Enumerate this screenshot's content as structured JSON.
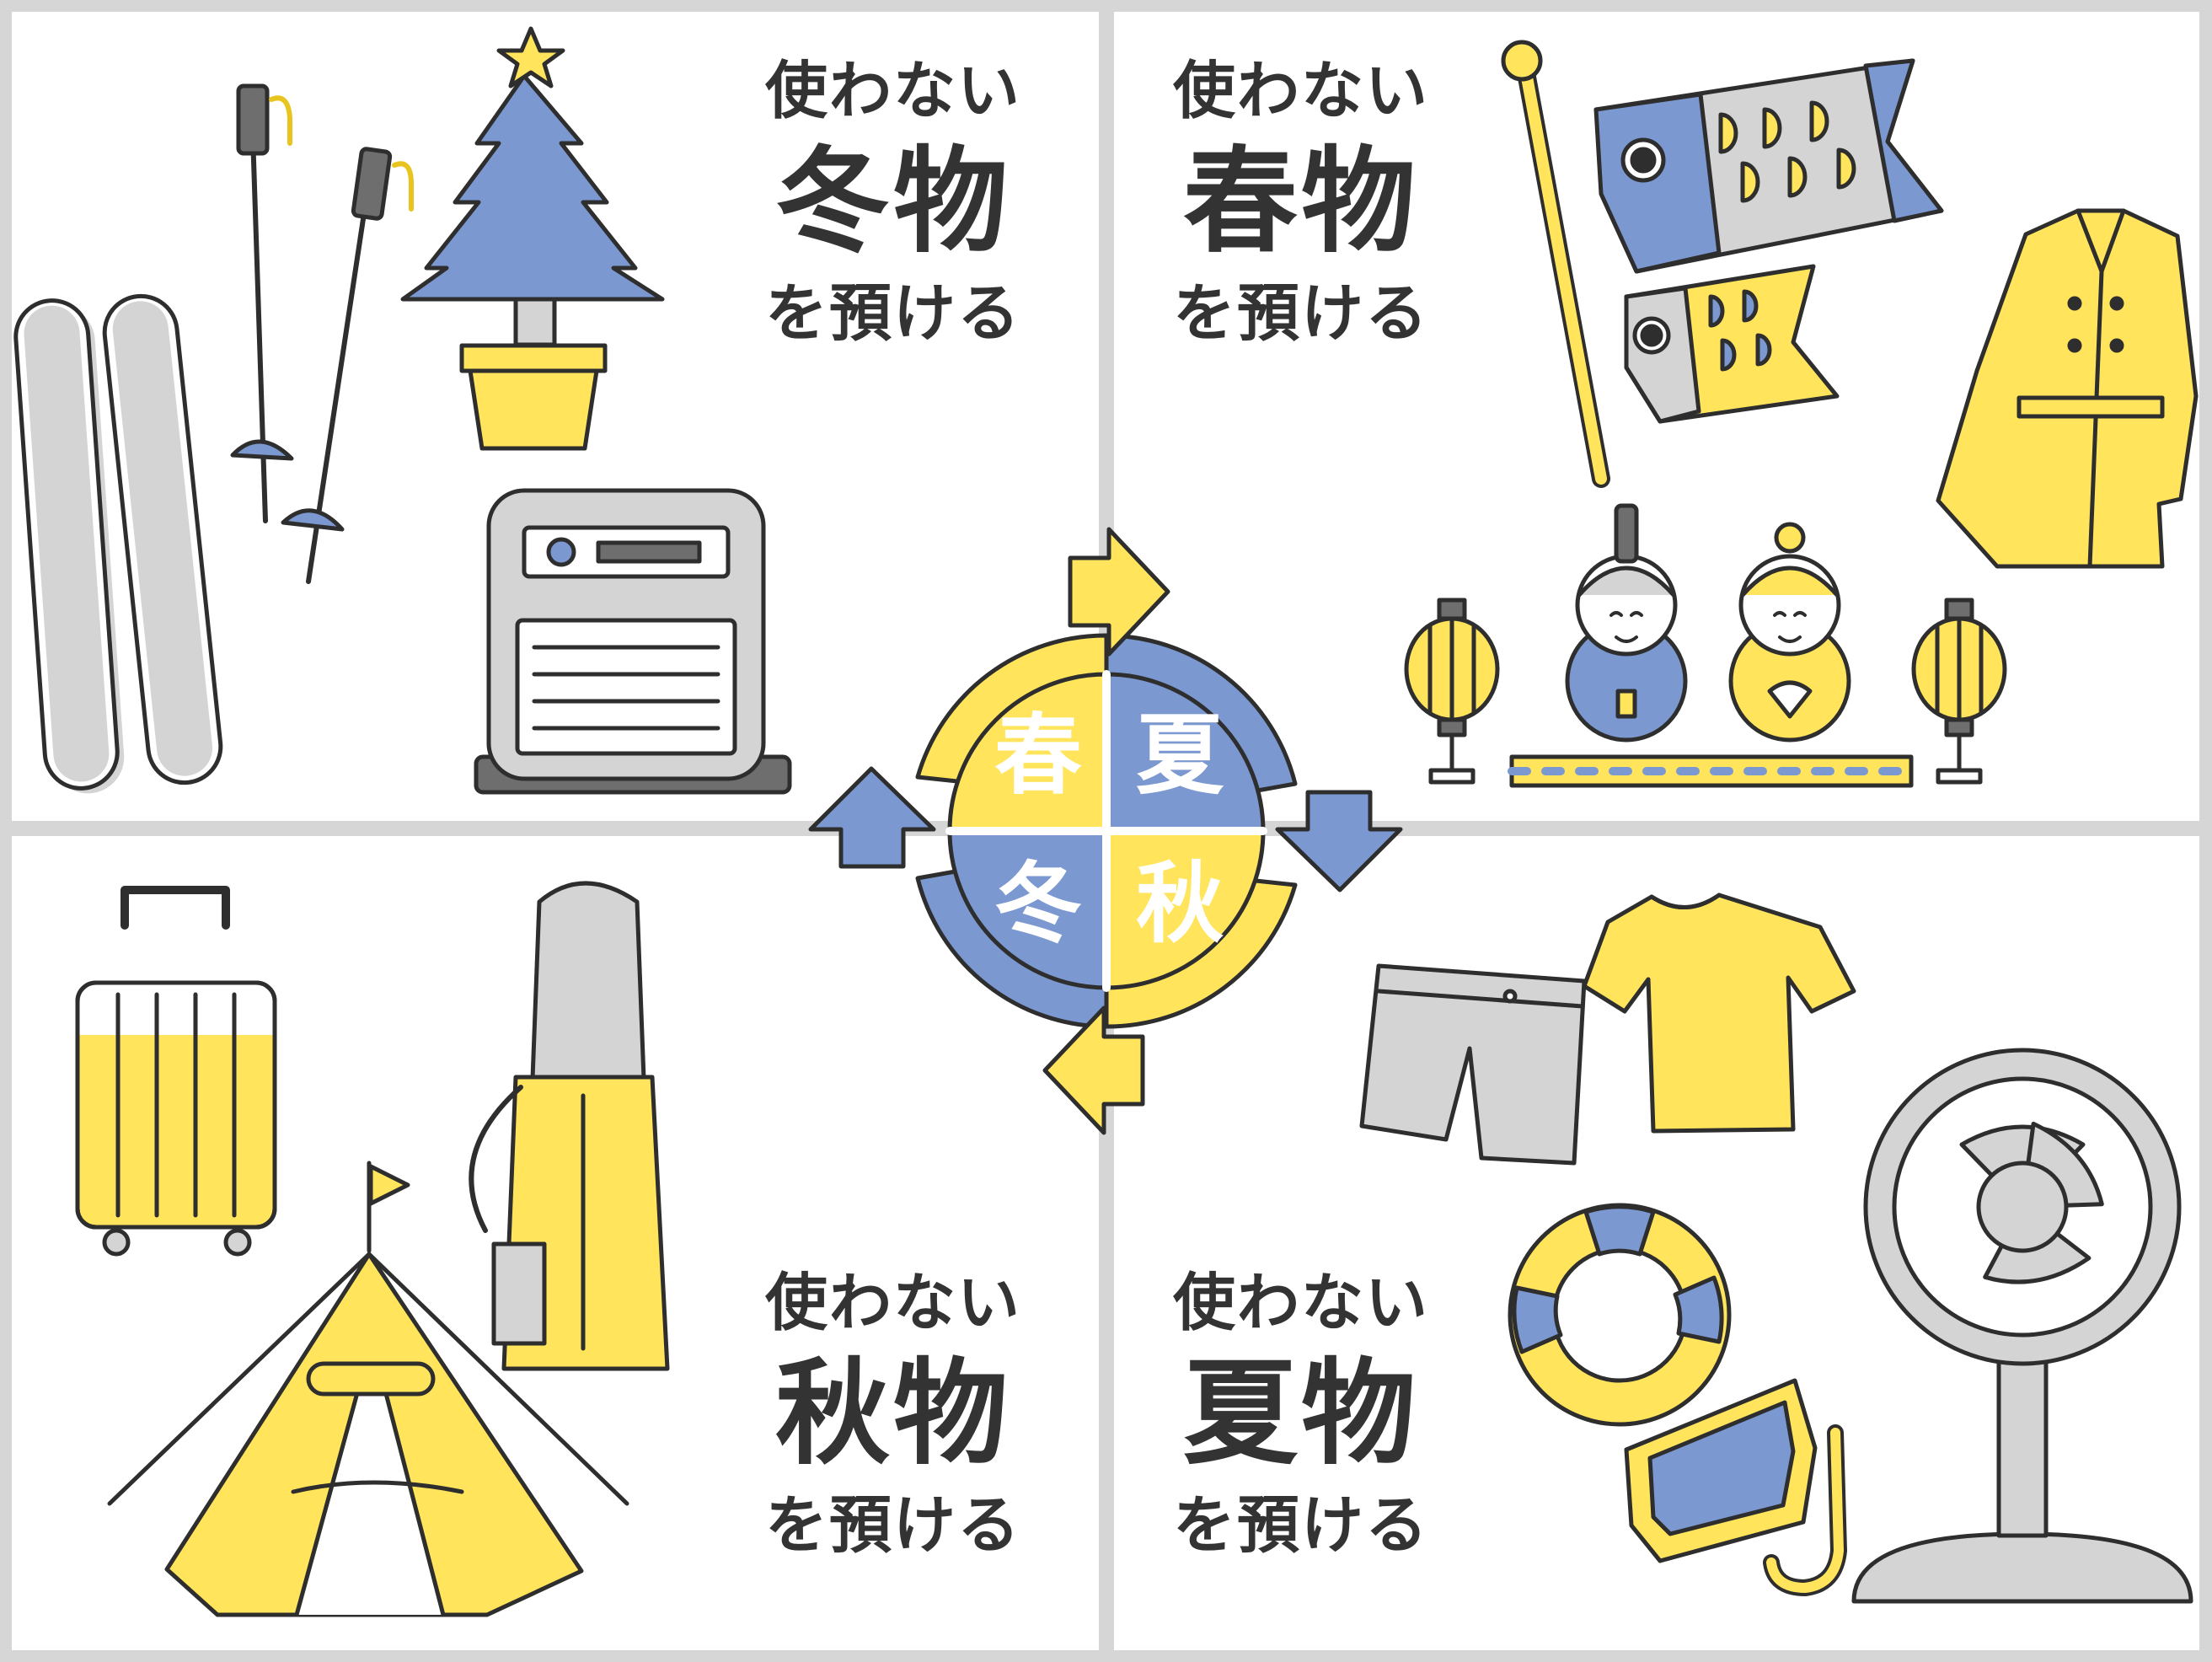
{
  "panels": {
    "winter": {
      "line1": "使わない",
      "line2": "冬物",
      "line3": "を預ける"
    },
    "spring": {
      "line1": "使わない",
      "line2": "春物",
      "line3": "を預ける"
    },
    "autumn": {
      "line1": "使わない",
      "line2": "秋物",
      "line3": "を預ける"
    },
    "summer": {
      "line1": "使わない",
      "line2": "夏物",
      "line3": "を預ける"
    }
  },
  "cycle": {
    "spring": "春",
    "summer": "夏",
    "autumn": "秋",
    "winter": "冬"
  },
  "colors": {
    "yellow": "#ffe45c",
    "blue": "#7b98d0",
    "gray": "#d4d4d4",
    "outline": "#2e2e2e",
    "text": "#333333"
  },
  "icons": [
    "skis-icon",
    "ski-poles-icon",
    "christmas-tree-icon",
    "heater-icon",
    "koinobori-icon",
    "trench-coat-icon",
    "hina-dolls-icon",
    "lantern-icon",
    "suitcase-icon",
    "golf-bag-icon",
    "tent-icon",
    "shorts-icon",
    "tshirt-icon",
    "electric-fan-icon",
    "swim-ring-icon",
    "snorkel-mask-icon",
    "season-cycle-arrows-icon"
  ]
}
